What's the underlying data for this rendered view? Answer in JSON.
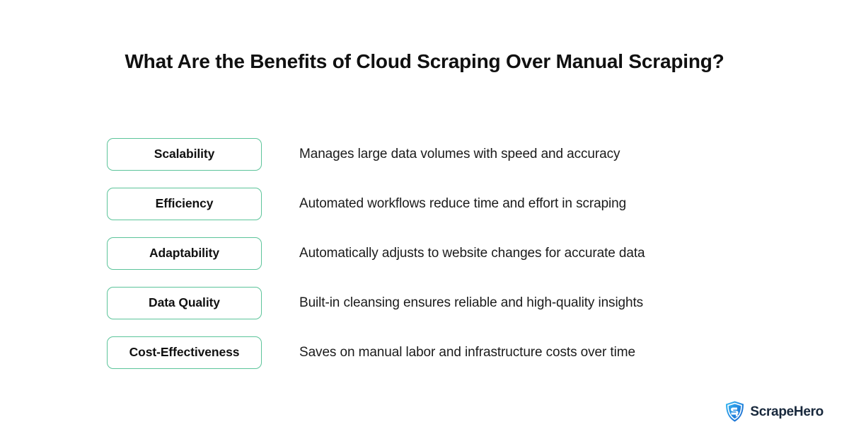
{
  "page": {
    "background_color": "#ffffff",
    "title": "What Are the Benefits of Cloud Scraping Over Manual Scraping?"
  },
  "theme": {
    "chip_border_color": "#5CC49A",
    "text_color": "#111111",
    "brand_text_color": "#18283c",
    "brand_shield_color_light": "#36B6F0",
    "brand_shield_color_dark": "#1C6FD0"
  },
  "benefits": [
    {
      "label": "Scalability",
      "description": "Manages large data volumes with speed and accuracy"
    },
    {
      "label": "Efficiency",
      "description": "Automated workflows reduce time and effort in scraping"
    },
    {
      "label": "Adaptability",
      "description": "Automatically adjusts to website changes for accurate data"
    },
    {
      "label": "Data Quality",
      "description": "Built-in cleansing ensures reliable and high-quality insights"
    },
    {
      "label": "Cost-Effectiveness",
      "description": "Saves on manual labor and infrastructure costs over time"
    }
  ],
  "brand": {
    "name": "ScrapeHero",
    "icon": "shield-logo-icon"
  }
}
